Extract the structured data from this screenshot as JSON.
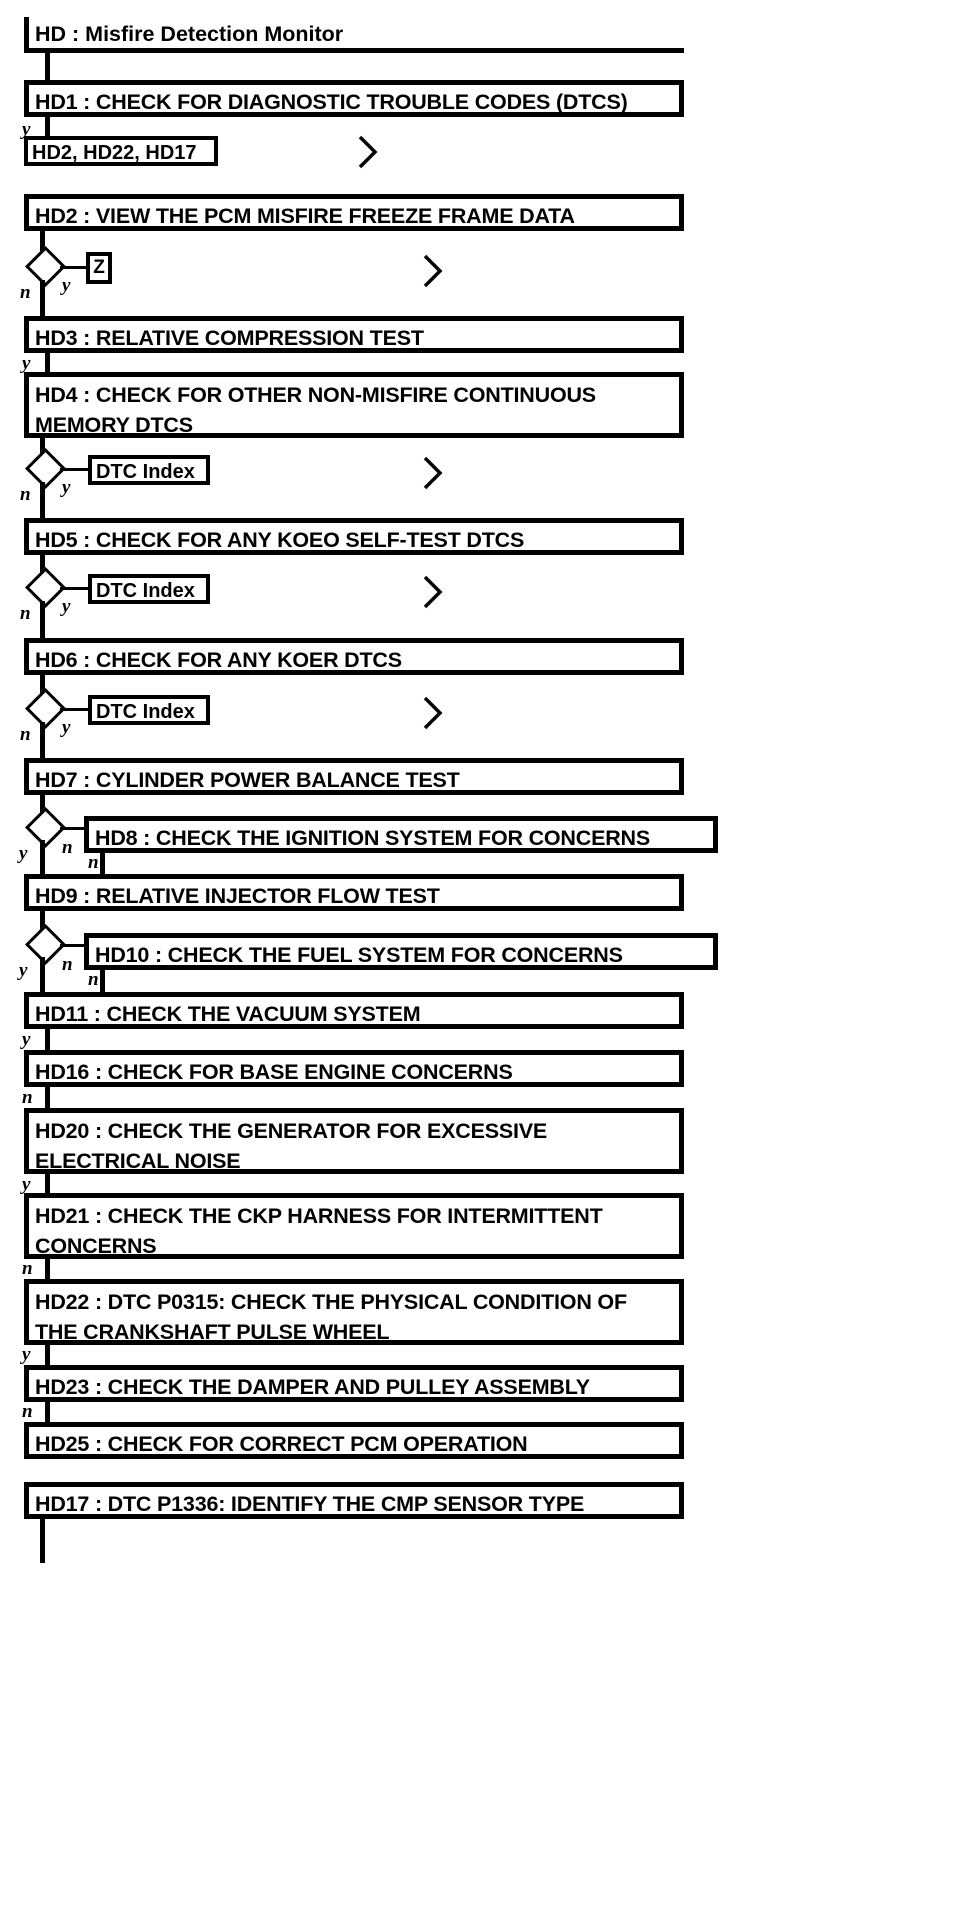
{
  "diagram": {
    "title": "HD : Misfire Detection Monitor",
    "type": "flowchart",
    "colors": {
      "line": "#000000",
      "background": "#ffffff",
      "text": "#000000"
    },
    "branch_labels": {
      "yes": "y",
      "no": "n"
    },
    "steps": [
      {
        "id": "HD1",
        "label": "HD1 : CHECK FOR DIAGNOSTIC TROUBLE CODES (DTCS)"
      },
      {
        "id": "HD2",
        "label": "HD2 : VIEW THE PCM MISFIRE FREEZE FRAME DATA"
      },
      {
        "id": "HD3",
        "label": "HD3 : RELATIVE COMPRESSION TEST"
      },
      {
        "id": "HD4",
        "label": "HD4 : CHECK FOR OTHER NON-MISFIRE CONTINUOUS\nMEMORY DTCS"
      },
      {
        "id": "HD5",
        "label": "HD5 : CHECK FOR ANY KOEO SELF-TEST DTCS"
      },
      {
        "id": "HD6",
        "label": "HD6 : CHECK FOR ANY KOER DTCS"
      },
      {
        "id": "HD7",
        "label": "HD7 : CYLINDER POWER BALANCE TEST"
      },
      {
        "id": "HD8",
        "label": "HD8 : CHECK THE IGNITION SYSTEM FOR CONCERNS"
      },
      {
        "id": "HD9",
        "label": "HD9 : RELATIVE INJECTOR FLOW TEST"
      },
      {
        "id": "HD10",
        "label": "HD10 : CHECK THE FUEL SYSTEM FOR CONCERNS"
      },
      {
        "id": "HD11",
        "label": "HD11 : CHECK THE VACUUM SYSTEM"
      },
      {
        "id": "HD16",
        "label": "HD16 : CHECK FOR BASE ENGINE CONCERNS"
      },
      {
        "id": "HD20",
        "label": "HD20 : CHECK THE GENERATOR FOR EXCESSIVE\nELECTRICAL NOISE"
      },
      {
        "id": "HD21",
        "label": "HD21 : CHECK THE CKP HARNESS FOR INTERMITTENT\nCONCERNS"
      },
      {
        "id": "HD22",
        "label": "HD22 : DTC P0315: CHECK THE PHYSICAL CONDITION OF\nTHE CRANKSHAFT PULSE WHEEL"
      },
      {
        "id": "HD23",
        "label": "HD23 : CHECK THE DAMPER AND PULLEY ASSEMBLY"
      },
      {
        "id": "HD25",
        "label": "HD25 : CHECK FOR CORRECT PCM OPERATION"
      },
      {
        "id": "HD17",
        "label": "HD17 : DTC P1336: IDENTIFY THE CMP SENSOR TYPE"
      }
    ],
    "references": [
      {
        "id": "ref-hd2-hd22-hd17",
        "label": "HD2, HD22, HD17"
      },
      {
        "id": "ref-z",
        "label": "Z"
      },
      {
        "id": "ref-dtc-index-1",
        "label": "DTC Index"
      },
      {
        "id": "ref-dtc-index-2",
        "label": "DTC Index"
      },
      {
        "id": "ref-dtc-index-3",
        "label": "DTC Index"
      }
    ],
    "connector_marks": [
      {
        "id": "chevron-1",
        "glyph": ">"
      },
      {
        "id": "chevron-2",
        "glyph": ">"
      },
      {
        "id": "chevron-3",
        "glyph": ">"
      },
      {
        "id": "chevron-4",
        "glyph": ">"
      },
      {
        "id": "chevron-5",
        "glyph": ">"
      }
    ],
    "edge_labels": [
      {
        "id": "edge-hd1-yes",
        "text": "y"
      },
      {
        "id": "edge-hd2-no",
        "text": "n"
      },
      {
        "id": "edge-hd2-yes",
        "text": "y"
      },
      {
        "id": "edge-hd3-yes",
        "text": "y"
      },
      {
        "id": "edge-hd4-no",
        "text": "n"
      },
      {
        "id": "edge-hd4-yes",
        "text": "y"
      },
      {
        "id": "edge-hd5-no",
        "text": "n"
      },
      {
        "id": "edge-hd5-yes",
        "text": "y"
      },
      {
        "id": "edge-hd6-no",
        "text": "n"
      },
      {
        "id": "edge-hd6-yes",
        "text": "y"
      },
      {
        "id": "edge-hd7-yes",
        "text": "y"
      },
      {
        "id": "edge-hd7-no",
        "text": "n"
      },
      {
        "id": "edge-hd8-no",
        "text": "n"
      },
      {
        "id": "edge-hd9-yes",
        "text": "y"
      },
      {
        "id": "edge-hd9-no",
        "text": "n"
      },
      {
        "id": "edge-hd10-no",
        "text": "n"
      },
      {
        "id": "edge-hd11-yes",
        "text": "y"
      },
      {
        "id": "edge-hd16-no",
        "text": "n"
      },
      {
        "id": "edge-hd20-yes",
        "text": "y"
      },
      {
        "id": "edge-hd21-no",
        "text": "n"
      },
      {
        "id": "edge-hd22-yes",
        "text": "y"
      },
      {
        "id": "edge-hd23-no",
        "text": "n"
      }
    ]
  }
}
